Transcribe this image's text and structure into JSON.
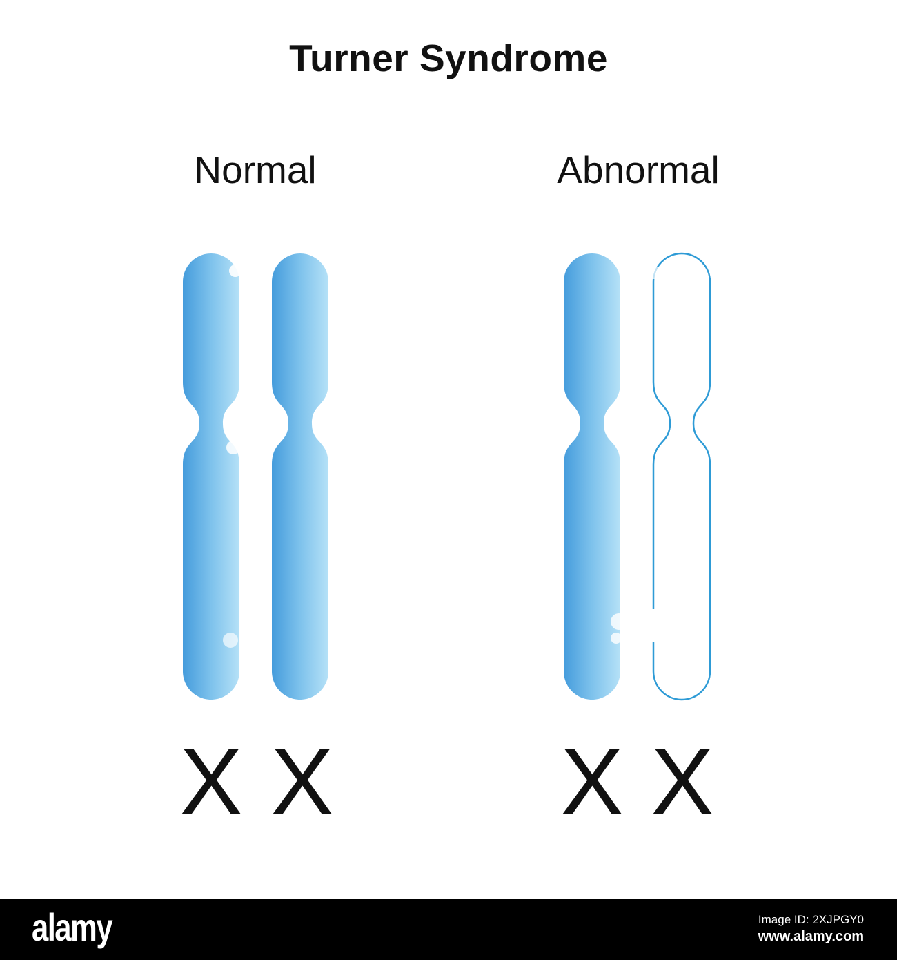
{
  "title": "Turner Syndrome",
  "panels": [
    {
      "id": "normal",
      "label": "Normal",
      "chromosome_labels": [
        "X",
        "X"
      ],
      "chromosomes": [
        {
          "type": "filled"
        },
        {
          "type": "filled"
        }
      ]
    },
    {
      "id": "abnormal",
      "label": "Abnormal",
      "chromosome_labels": [
        "X",
        "X"
      ],
      "chromosomes": [
        {
          "type": "filled"
        },
        {
          "type": "outline-missing"
        }
      ]
    }
  ],
  "watermark_bar": {
    "logo_text": "alamy",
    "image_id": "Image ID: 2XJPGY0",
    "website": "www.alamy.com"
  },
  "colors": {
    "chromosome_gradient_start": "#459CDC",
    "chromosome_gradient_end": "#B5E1F7",
    "chromosome_outline": "#2E9BD6",
    "text_color": "#111111",
    "watermark_bar_bg": "#000000",
    "watermark_text": "#FFFFFF"
  }
}
